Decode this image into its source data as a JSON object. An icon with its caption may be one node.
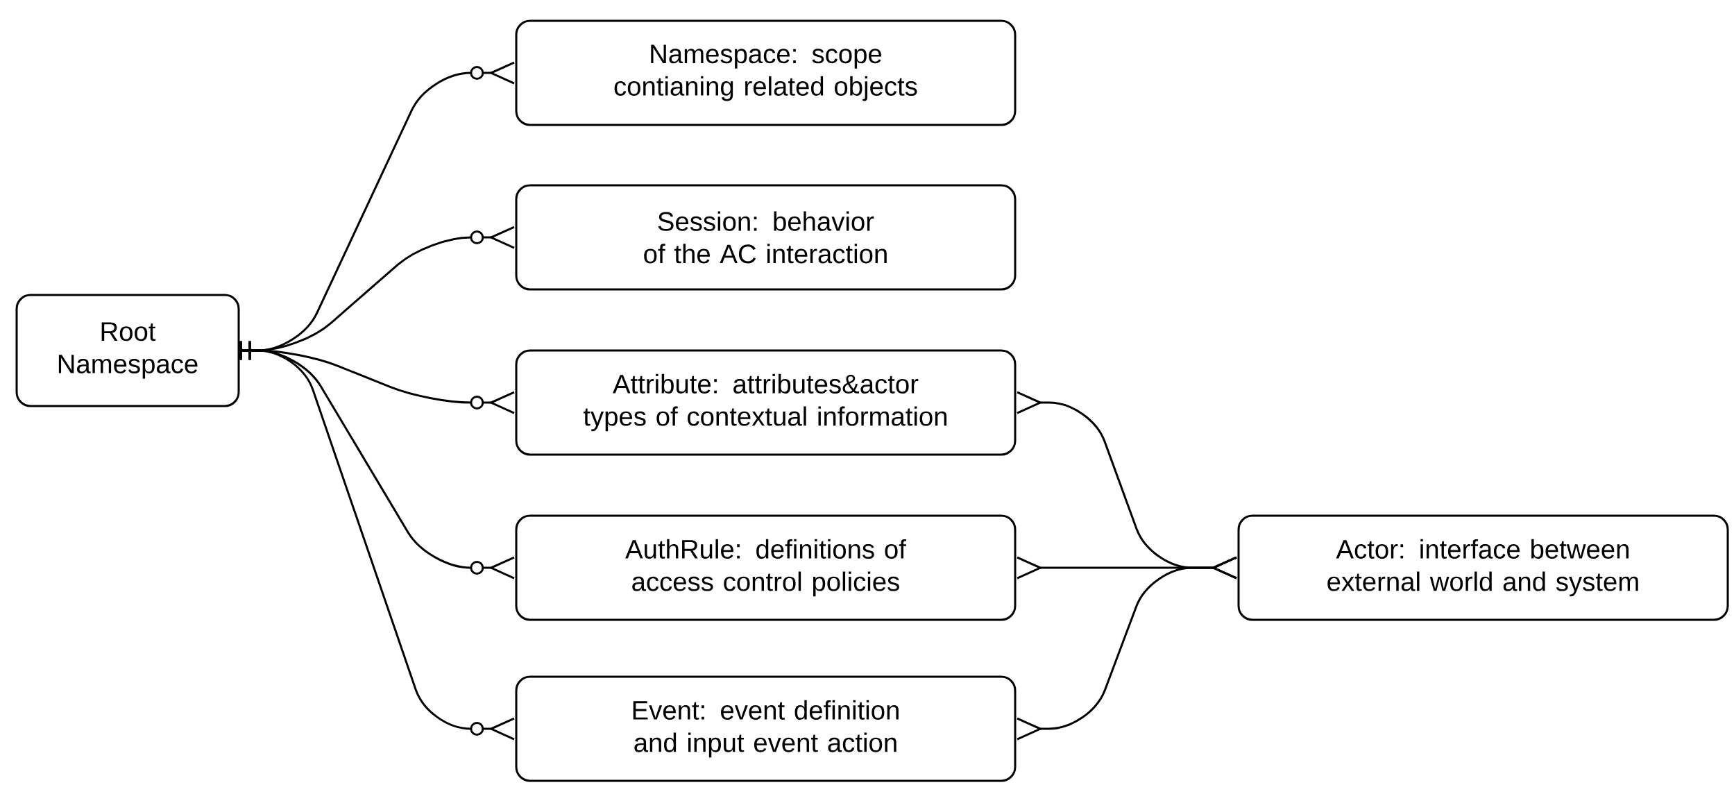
{
  "diagram": {
    "nodes": [
      {
        "text": [
          "Root Namespace"
        ]
      },
      {
        "text": [
          "Namespace: scope contianing related objects"
        ]
      },
      {
        "text": [
          "Session: behavior of the AC interaction"
        ]
      },
      {
        "text": [
          "Attribute: attributes&actor types of contextual information"
        ]
      },
      {
        "text": [
          "AuthRule: definitions of access control policies"
        ]
      },
      {
        "text": [
          "Event: event definition and input event action"
        ]
      },
      {
        "text": [
          "Actor: interface between external world and system"
        ]
      }
    ],
    "edges": [
      {
        "from": 0,
        "to": 1,
        "arrow": "other"
      },
      {
        "from": 0,
        "to": 2,
        "arrow": "other"
      },
      {
        "from": 0,
        "to": 3,
        "arrow": "other"
      },
      {
        "from": 0,
        "to": 4,
        "arrow": "other"
      },
      {
        "from": 0,
        "to": 5,
        "arrow": "other"
      },
      {
        "from": 3,
        "to": 6,
        "arrow": "other"
      },
      {
        "from": 4,
        "to": 6,
        "arrow": "other"
      },
      {
        "from": 5,
        "to": 6,
        "arrow": "other"
      }
    ]
  }
}
